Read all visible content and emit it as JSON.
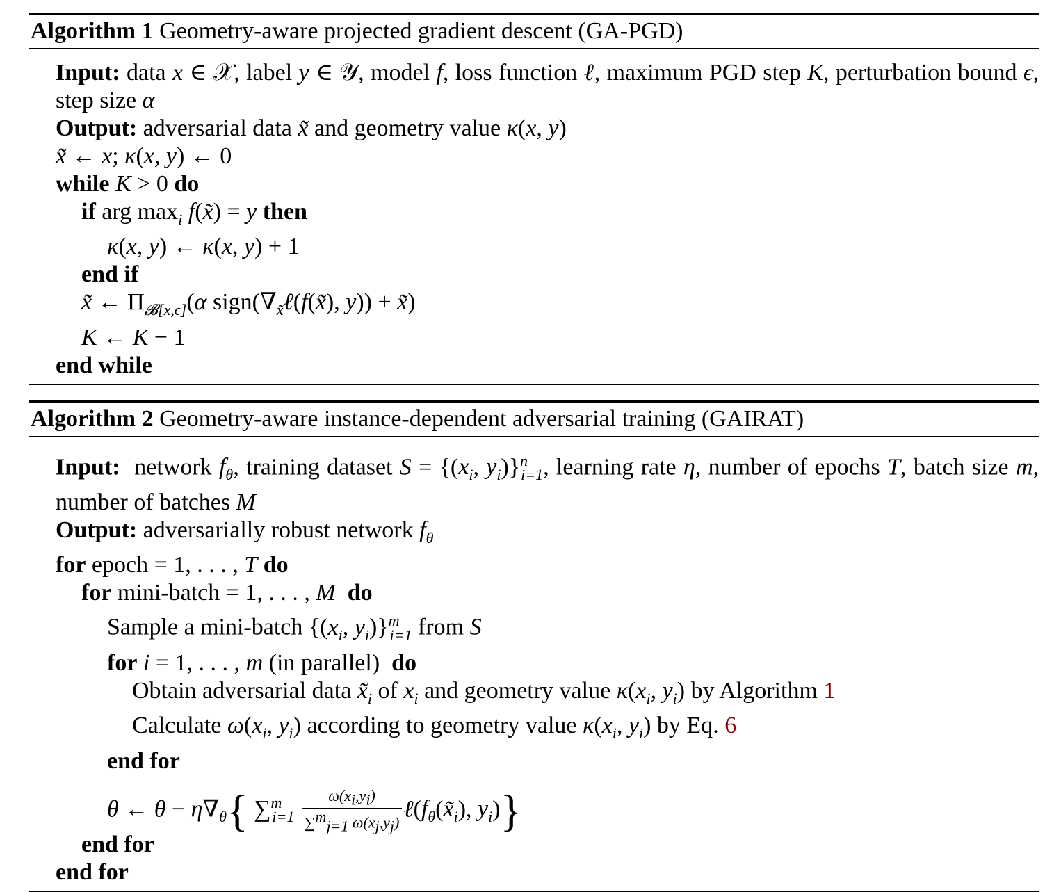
{
  "algorithm1": {
    "label": "Algorithm 1",
    "title": "Geometry-aware projected gradient descent (GA-PGD)",
    "lines": [
      {
        "kw": "Input:",
        "text": " data x ∈ 𝒳, label y ∈ 𝒴, model f, loss function ℓ, maximum PGD step K, perturbation bound ϵ, step size α"
      },
      {
        "kw": "Output:",
        "text": " adversarial data x̃ and geometry value κ(x, y)"
      },
      {
        "kw": "",
        "text": "x̃ ← x; κ(x, y) ← 0"
      },
      {
        "kw": "while",
        "text": " K > 0 ",
        "kw2": "do"
      },
      {
        "kw": "if",
        "text": " arg maxᵢ f(x̃) = y ",
        "kw2": "then"
      },
      {
        "kw": "",
        "text": "κ(x, y) ← κ(x, y) + 1"
      },
      {
        "kw": "end if",
        "text": ""
      },
      {
        "kw": "",
        "text": "x̃ ← Π𝓑[x,ϵ] (α sign(∇x̃ ℓ(f(x̃), y)) + x̃)"
      },
      {
        "kw": "",
        "text": "K ← K − 1"
      },
      {
        "kw": "end while",
        "text": ""
      }
    ]
  },
  "algorithm2": {
    "label": "Algorithm 2",
    "title": "Geometry-aware instance-dependent adversarial training (GAIRAT)",
    "lines": [
      {
        "kw": "Input:",
        "text": " network fθ, training dataset S = {(xᵢ, yᵢ)}ⁿᵢ₌₁, learning rate η, number of epochs T, batch size m, number of batches M"
      },
      {
        "kw": "Output:",
        "text": " adversarially robust network fθ"
      },
      {
        "kw": "for",
        "text": " epoch = 1, . . . , T ",
        "kw2": "do"
      },
      {
        "kw": "for",
        "text": " mini-batch = 1, . . . , M ",
        "kw2": "do"
      },
      {
        "kw": "",
        "text": "Sample a mini-batch {(xᵢ, yᵢ)}ᵐᵢ₌₁ from S"
      },
      {
        "kw": "for",
        "text": " i = 1, . . . , m (in parallel) ",
        "kw2": "do"
      },
      {
        "kw": "",
        "text": "Obtain adversarial data x̃ᵢ of xᵢ and geometry value κ(xᵢ, yᵢ) by Algorithm ",
        "ref": "1"
      },
      {
        "kw": "",
        "text": "Calculate ω(xᵢ, yᵢ) according to geometry value κ(xᵢ, yᵢ) by Eq. ",
        "ref": "6"
      },
      {
        "kw": "end for",
        "text": ""
      },
      {
        "kw": "",
        "text": "θ ← θ − η∇θ { Σᵐᵢ₌₁ ω(xᵢ,yᵢ) / Σᵐⱼ₌₁ ω(xⱼ,yⱼ) ℓ(fθ(x̃ᵢ), yᵢ) }"
      },
      {
        "kw": "end for",
        "text": ""
      },
      {
        "kw": "end for",
        "text": ""
      }
    ]
  }
}
